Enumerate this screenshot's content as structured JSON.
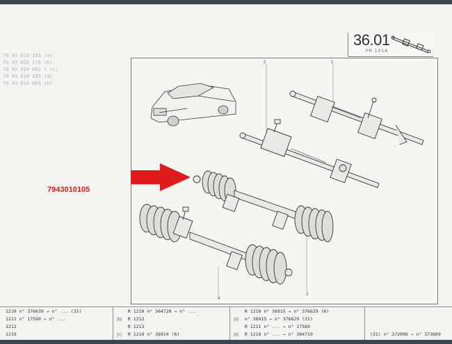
{
  "header": {
    "section_number": "36.01",
    "section_sub": "PR 101A"
  },
  "left_codes": [
    "79 43 010 163 (a)",
    "79 43 010 170 (b)",
    "79 43 010 062 † (c)",
    "79 43 010 105 (d)",
    "79 43 010 063 (e)"
  ],
  "part_number": "7943010105",
  "callouts": {
    "c1": "1",
    "c2": "2",
    "c3": "3",
    "c4": "4"
  },
  "bottom_rows": {
    "col1": [
      {
        "ref": "1210",
        "text": "n° 376639 → n° ... (31)"
      },
      {
        "ref": "1211",
        "text": "n° 17590 → n° ..."
      },
      {
        "ref": "1212",
        "text": ""
      },
      {
        "ref": "1219",
        "text": ""
      }
    ],
    "col2": [
      {
        "letter": "",
        "text": "R 1210   n° 364720 → n° ..."
      },
      {
        "letter": "(b)",
        "text": "R 1212"
      },
      {
        "letter": "",
        "text": "R 1213"
      },
      {
        "letter": "(c)",
        "text": "R 1210   n° 36914 (6)"
      }
    ],
    "col3": [
      {
        "letter": "",
        "text": "R 1210   n° 36915 → n° 376629 (6)"
      },
      {
        "letter": "(d)",
        "text": "         n° 36915 → n° 376629 (31)"
      },
      {
        "letter": "",
        "text": "R 1211   n° ... → n° 17589"
      },
      {
        "letter": "(e)",
        "text": "R 1210   n° ... → n° 364719"
      }
    ],
    "col4": [
      {
        "text": "(31) n° 372006 → n° 373609"
      }
    ]
  },
  "colors": {
    "arrow": "#e01b1b",
    "part_number": "#e01b1b"
  },
  "icons": [
    "steering-rack-header-icon",
    "car-illustration",
    "steering-rack-illustration",
    "red-pointer-arrow-icon"
  ]
}
